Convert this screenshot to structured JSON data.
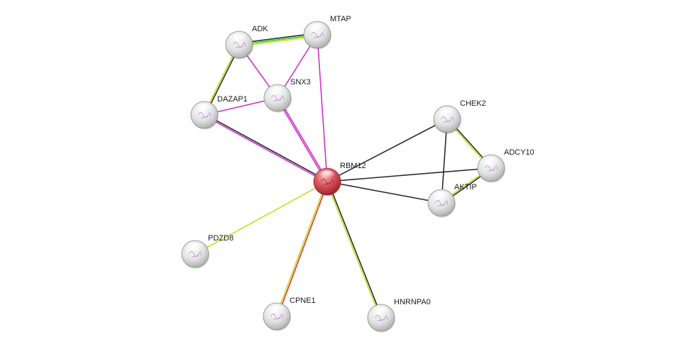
{
  "network": {
    "query_protein": "RBM12",
    "nodes": [
      {
        "id": "RBM12",
        "label": "RBM12",
        "query": true
      },
      {
        "id": "ADK",
        "label": "ADK",
        "query": false
      },
      {
        "id": "MTAP",
        "label": "MTAP",
        "query": false
      },
      {
        "id": "SNX3",
        "label": "SNX3",
        "query": false
      },
      {
        "id": "DAZAP1",
        "label": "DAZAP1",
        "query": false
      },
      {
        "id": "CHEK2",
        "label": "CHEK2",
        "query": false
      },
      {
        "id": "ADCY10",
        "label": "ADCY10",
        "query": false
      },
      {
        "id": "AKTIP",
        "label": "AKTIP",
        "query": false
      },
      {
        "id": "PDZD8",
        "label": "PDZD8",
        "query": false
      },
      {
        "id": "CPNE1",
        "label": "CPNE1",
        "query": false
      },
      {
        "id": "HNRNPA0",
        "label": "HNRNPA0",
        "query": false
      }
    ],
    "edges": [
      {
        "source": "ADK",
        "target": "MTAP",
        "evidence": [
          "#2a2a2a",
          "#22cc22",
          "#c8e020"
        ]
      },
      {
        "source": "ADK",
        "target": "DAZAP1",
        "evidence": [
          "#2a2a2a",
          "#c8e020"
        ]
      },
      {
        "source": "ADK",
        "target": "SNX3",
        "evidence": [
          "#cc33cc"
        ]
      },
      {
        "source": "MTAP",
        "target": "SNX3",
        "evidence": [
          "#cc33cc"
        ]
      },
      {
        "source": "MTAP",
        "target": "RBM12",
        "evidence": [
          "#cc33cc"
        ]
      },
      {
        "source": "SNX3",
        "target": "DAZAP1",
        "evidence": [
          "#cc33cc"
        ]
      },
      {
        "source": "SNX3",
        "target": "RBM12",
        "evidence": [
          "#cc33cc",
          "#cc33cc"
        ]
      },
      {
        "source": "DAZAP1",
        "target": "RBM12",
        "evidence": [
          "#2a2a2a",
          "#cc33cc"
        ]
      },
      {
        "source": "RBM12",
        "target": "CHEK2",
        "evidence": [
          "#2a2a2a"
        ]
      },
      {
        "source": "RBM12",
        "target": "ADCY10",
        "evidence": [
          "#2a2a2a"
        ]
      },
      {
        "source": "RBM12",
        "target": "AKTIP",
        "evidence": [
          "#2a2a2a"
        ]
      },
      {
        "source": "CHEK2",
        "target": "ADCY10",
        "evidence": [
          "#2a2a2a",
          "#c8e020"
        ]
      },
      {
        "source": "CHEK2",
        "target": "AKTIP",
        "evidence": [
          "#2a2a2a"
        ]
      },
      {
        "source": "ADCY10",
        "target": "AKTIP",
        "evidence": [
          "#2a2a2a",
          "#c8e020"
        ]
      },
      {
        "source": "RBM12",
        "target": "PDZD8",
        "evidence": [
          "#c8e020"
        ]
      },
      {
        "source": "RBM12",
        "target": "CPNE1",
        "evidence": [
          "#e03030",
          "#c8e020"
        ]
      },
      {
        "source": "RBM12",
        "target": "HNRNPA0",
        "evidence": [
          "#2a2a2a",
          "#c8e020"
        ]
      }
    ],
    "colors": {
      "query_node": "#d9505a",
      "neighbor_node": "#e6e6e6",
      "node_outline": "#8a8a8a",
      "structure_glyph": "#b070d0"
    }
  }
}
